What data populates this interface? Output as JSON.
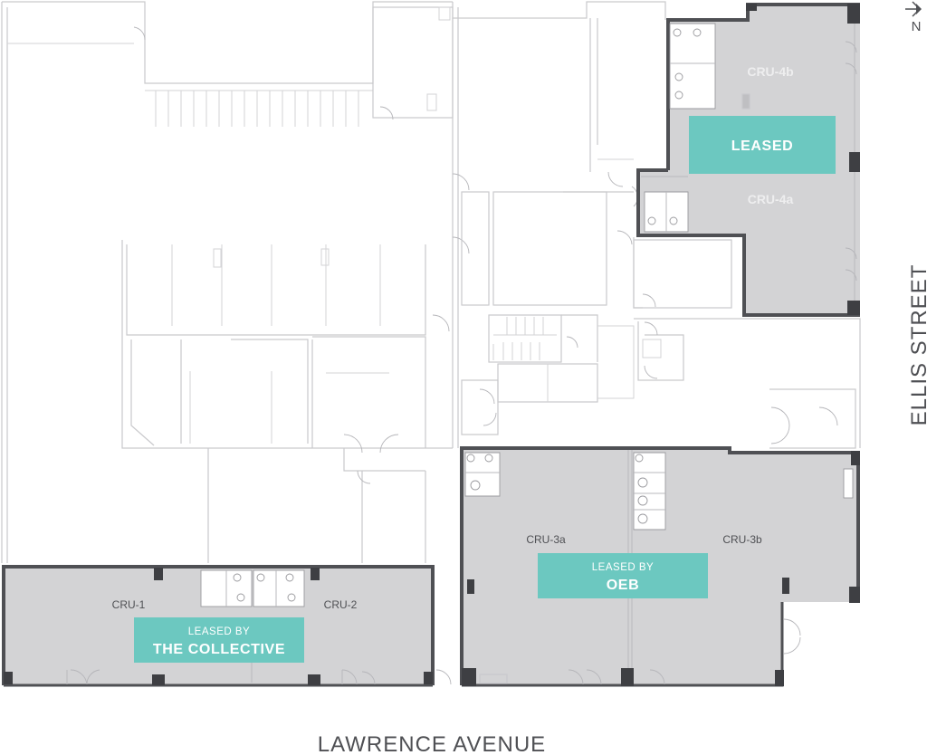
{
  "north_label": "N",
  "streets": {
    "south": "LAWRENCE AVENUE",
    "east": "ELLIS STREET"
  },
  "units": {
    "cru_1": "CRU-1",
    "cru_2": "CRU-2",
    "cru_3a": "CRU-3a",
    "cru_3b": "CRU-3b",
    "cru_4a": "CRU-4a",
    "cru_4b": "CRU-4b"
  },
  "tags": {
    "collective": {
      "line1": "LEASED BY",
      "line2": "THE COLLECTIVE"
    },
    "oeb": {
      "line1": "LEASED BY",
      "line2": "OEB"
    },
    "cru4": {
      "line1": "LEASED"
    }
  },
  "colors": {
    "unit_fill": "#d3d3d5",
    "unit_wall": "#4f5054",
    "leased_tag": "#6cc8c0",
    "background_walls": "#c9c9cc"
  }
}
